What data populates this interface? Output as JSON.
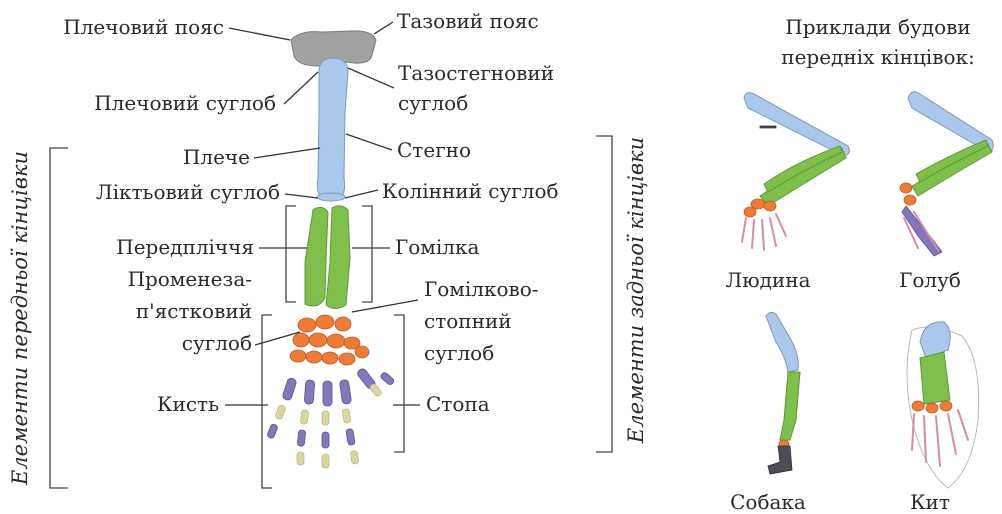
{
  "left_labels": {
    "shoulder_girdle": "Плечовий пояс",
    "shoulder_joint": "Плечовий суглоб",
    "humerus": "Плече",
    "elbow_joint": "Ліктьовий суглоб",
    "forearm": "Передпліччя",
    "wrist_joint_line1": "Променеза-",
    "wrist_joint_line2": "п'ястковий",
    "wrist_joint_line3": "суглоб",
    "hand": "Кисть"
  },
  "right_labels": {
    "pelvic_girdle": "Тазовий пояс",
    "hip_joint_line1": "Тазостегновий",
    "hip_joint_line2": "суглоб",
    "thigh": "Стегно",
    "knee_joint": "Колінний суглоб",
    "shin": "Гомілка",
    "ankle_joint_line1": "Гомілково-",
    "ankle_joint_line2": "стопний",
    "ankle_joint_line3": "суглоб",
    "foot": "Стопа"
  },
  "side_labels": {
    "forelimb_elements": "Елементи передньої кінцівки",
    "hindlimb_elements": "Елементи задньої кінцівки"
  },
  "examples": {
    "title_line1": "Приклади будови",
    "title_line2": "передніх кінцівок:",
    "items": [
      {
        "name": "Людина"
      },
      {
        "name": "Голуб"
      },
      {
        "name": "Собака"
      },
      {
        "name": "Кит"
      }
    ]
  },
  "colors": {
    "girdle": "#a1a1a1",
    "proximal_bone": "#a9c8ec",
    "middle_bones": "#7fc04c",
    "wrist_bones": "#ee7c36",
    "digit_bones": "#8477be",
    "phalanges": "#dcd59e"
  }
}
